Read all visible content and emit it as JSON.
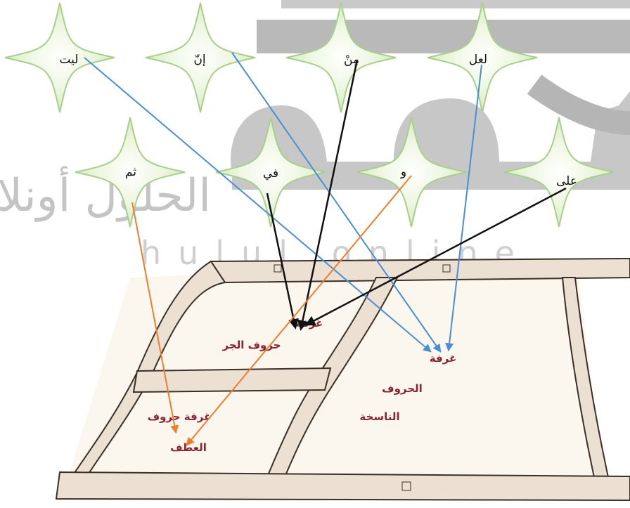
{
  "watermark": {
    "arabic_text": "الحلول أونلاين",
    "latin_text": "hulul.online",
    "logo_glyphs": "حلول"
  },
  "stars": [
    {
      "id": "layt",
      "label": "ليت"
    },
    {
      "id": "inna",
      "label": "إنّ"
    },
    {
      "id": "min",
      "label": "مِنْ"
    },
    {
      "id": "laalla",
      "label": "لعل"
    },
    {
      "id": "thumma",
      "label": "ثم"
    },
    {
      "id": "fi",
      "label": "في"
    },
    {
      "id": "wa",
      "label": "و"
    },
    {
      "id": "ala",
      "label": "على"
    }
  ],
  "rooms": {
    "jar": {
      "label_line1": "غرفة",
      "label_line2": "حروف الجر"
    },
    "nasikha": {
      "label_line1": "غرفة",
      "label_line2": "الحروف",
      "label_line3": "الناسخة"
    },
    "atf": {
      "label_line1": "غرفة حروف",
      "label_line2": "العطف"
    }
  },
  "connections": [
    {
      "from": "layt",
      "to": "nasikha",
      "color": "#4a8fd4"
    },
    {
      "from": "inna",
      "to": "nasikha",
      "color": "#4a8fd4"
    },
    {
      "from": "laalla",
      "to": "nasikha",
      "color": "#4a8fd4"
    },
    {
      "from": "min",
      "to": "jar",
      "color": "#111111"
    },
    {
      "from": "fi",
      "to": "jar",
      "color": "#111111"
    },
    {
      "from": "ala",
      "to": "jar",
      "color": "#111111"
    },
    {
      "from": "thumma",
      "to": "atf",
      "color": "#ee7d2c"
    },
    {
      "from": "wa",
      "to": "atf",
      "color": "#ee7d2c"
    }
  ],
  "colors": {
    "star_fill": "#eaf5d9",
    "star_stroke": "#a9cf8a",
    "wall_fill": "#ebe0d2",
    "wall_stroke": "#3a3028",
    "floor": "#fbf7ef",
    "label": "#8a2331"
  }
}
